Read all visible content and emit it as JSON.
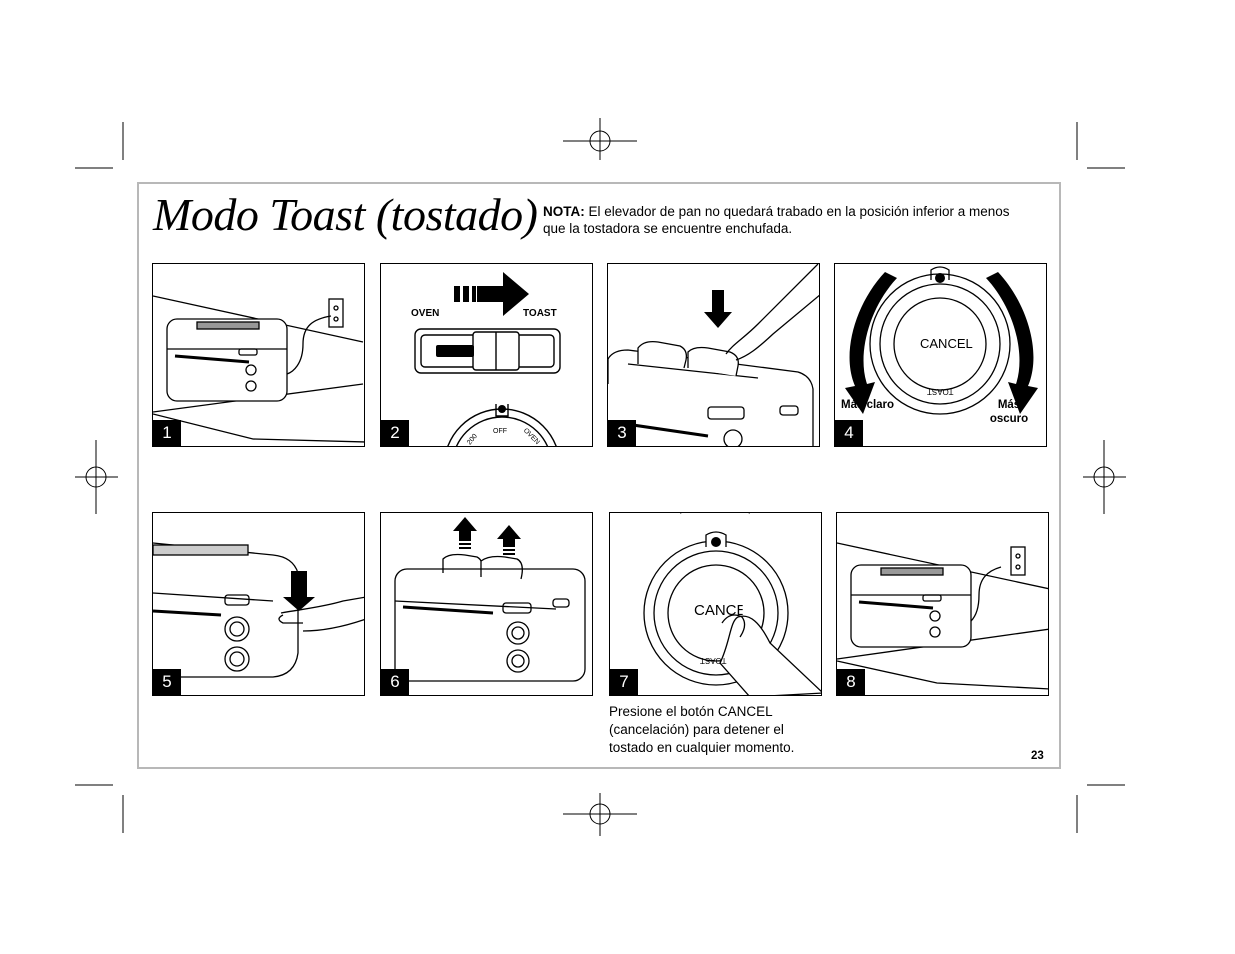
{
  "title": "Modo Toast (tostado)",
  "note": {
    "label": "NOTA:",
    "text": "El elevador de pan no quedará trabado en la posición inferior a menos que la tostadora se encuentre enchufada."
  },
  "panels": [
    {
      "number": "1"
    },
    {
      "number": "2",
      "oven_label": "OVEN",
      "toast_label": "TOAST",
      "dial_off": "OFF",
      "dial_200": "200",
      "dial_oven": "OVEN"
    },
    {
      "number": "3"
    },
    {
      "number": "4",
      "cancel_label": "CANCEL",
      "dial_toast": "TOAST",
      "lighter_label": "Más claro",
      "darker_label": "Más oscuro"
    },
    {
      "number": "5"
    },
    {
      "number": "6"
    },
    {
      "number": "7",
      "cancel_label": "CANCEL",
      "dial_toast": "TOAST"
    },
    {
      "number": "8"
    }
  ],
  "caption7": "Presione el botón CANCEL (cancelación) para detener el tostado en cualquier momento.",
  "page_number": "23"
}
